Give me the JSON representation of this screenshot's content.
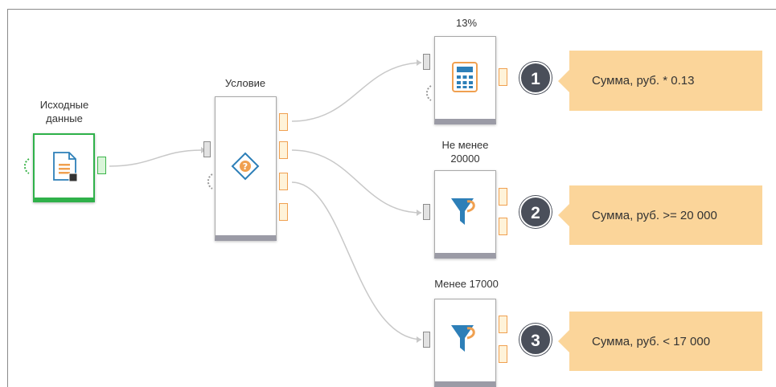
{
  "source_node": {
    "label": "Исходные данные",
    "icon": "document-icon"
  },
  "condition_node": {
    "label": "Условие",
    "icon": "condition-diamond-icon"
  },
  "calc_node": {
    "label": "13%",
    "icon": "calculator-icon"
  },
  "filter_node_1": {
    "label": "Не менее 20000",
    "icon": "funnel-icon"
  },
  "filter_node_2": {
    "label": "Менее 17000",
    "icon": "funnel-icon"
  },
  "badges": [
    "1",
    "2",
    "3"
  ],
  "callouts": [
    "Сумма, руб. * 0.13",
    "Сумма, руб. >= 20 000",
    "Сумма, руб. < 17 000"
  ],
  "colors": {
    "port_out": "#f0a050",
    "source_accent": "#2fb14a",
    "callout": "#fbd59a",
    "badge": "#4a4f5a"
  }
}
